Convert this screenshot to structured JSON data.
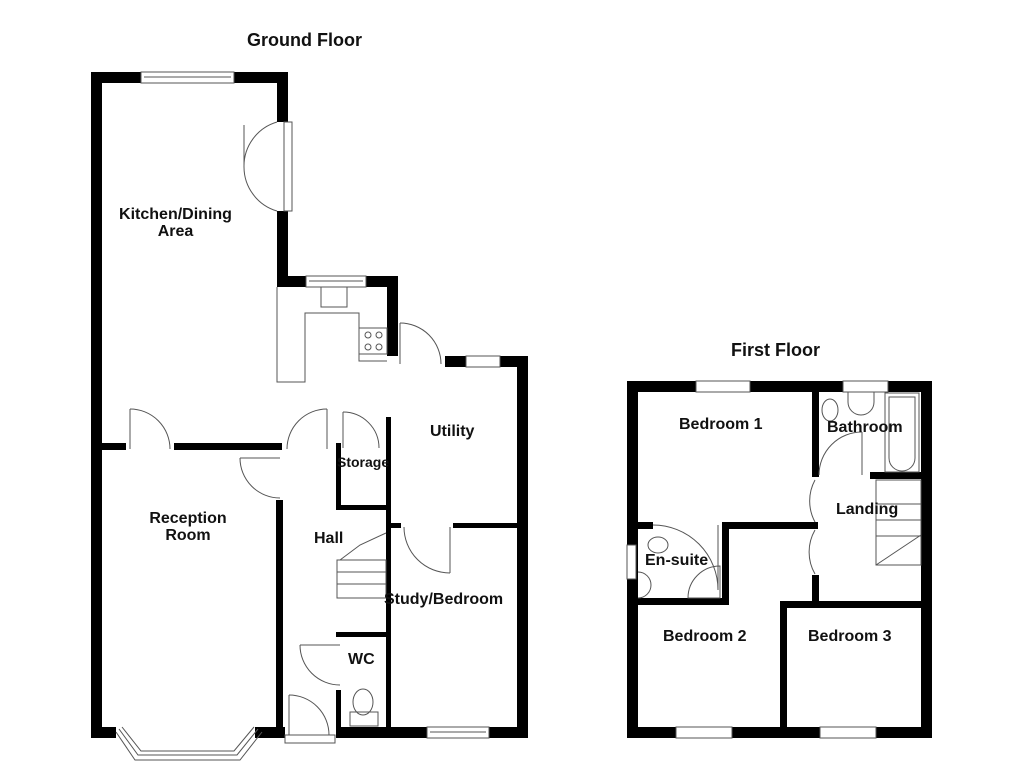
{
  "floors": [
    {
      "title": "Ground Floor",
      "rooms": [
        {
          "name": "Kitchen/Dining",
          "name_line2": "Area"
        },
        {
          "name": "Reception",
          "name_line2": "Room"
        },
        {
          "name": "Hall"
        },
        {
          "name": "Storage"
        },
        {
          "name": "Utility"
        },
        {
          "name": "Study/Bedroom"
        },
        {
          "name": "WC"
        }
      ]
    },
    {
      "title": "First Floor",
      "rooms": [
        {
          "name": "Bedroom 1"
        },
        {
          "name": "Bathroom"
        },
        {
          "name": "Landing"
        },
        {
          "name": "En-suite"
        },
        {
          "name": "Bedroom 2"
        },
        {
          "name": "Bedroom 3"
        }
      ]
    }
  ],
  "colors": {
    "wall": "#000000",
    "fixture_line": "#555555",
    "background": "#ffffff"
  }
}
